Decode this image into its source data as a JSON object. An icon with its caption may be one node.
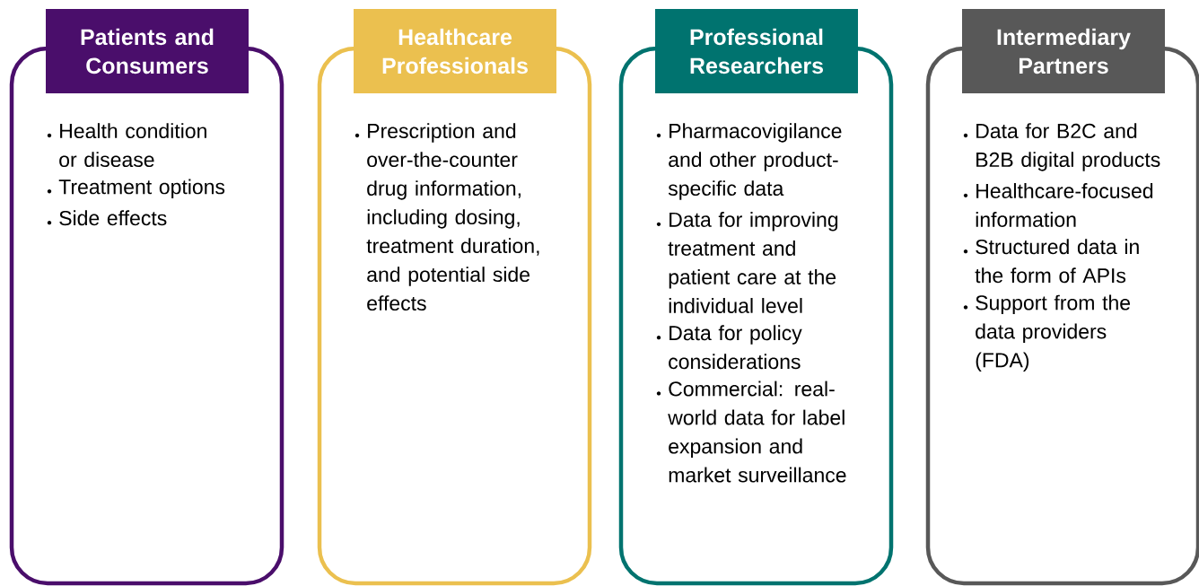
{
  "diagram": {
    "nodes": [
      {
        "text": [
          "Patients and Consumers",
          "Health condition or disease",
          "Treatment options",
          "Side effects"
        ]
      },
      {
        "text": [
          "Healthcare Professionals",
          "Prescription and over-the-counter drug information, including dosing, treatment duration, and potential side effects"
        ]
      },
      {
        "text": [
          "Professional Researchers",
          "Pharmacovigilance and other product-specific data",
          "Data for improving treatment and patient care at the individual level",
          "Data for policy considerations",
          "Commercial: real-world data for label expansion and market surveillance"
        ]
      },
      {
        "text": [
          "Intermediary Partners",
          "Data for B2C and B2B digital products",
          "Healthcare-focused information",
          "Structured data in the form of APIs",
          "Support from the data providers (FDA)"
        ]
      }
    ]
  }
}
